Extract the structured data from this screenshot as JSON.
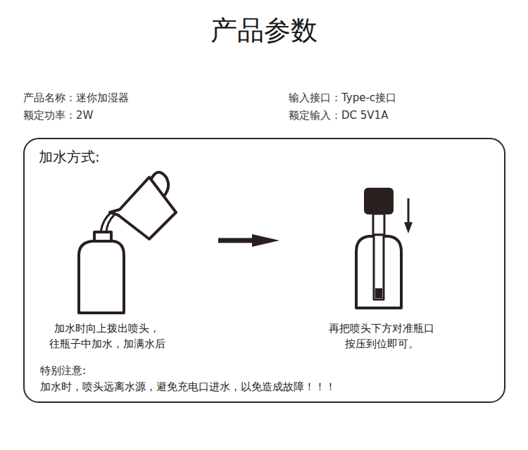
{
  "diagram": {
    "title": "产品参数",
    "nodes": [
      {
        "text": [
          "加水方式:",
          "加水时向上拨出喷头， 往瓶子中加水，加满水后",
          "再把喷头下方对准瓶口 按压到位即可。",
          "特别注意:",
          "加水时，喷头远离水源，避免充电口进水，以免造成故障！！！"
        ]
      }
    ],
    "labels": [
      "产品名称：迷你加湿器",
      "额定功率：2W",
      "输入接口：Type-c接口",
      "额定输入：DC 5V1A"
    ]
  }
}
